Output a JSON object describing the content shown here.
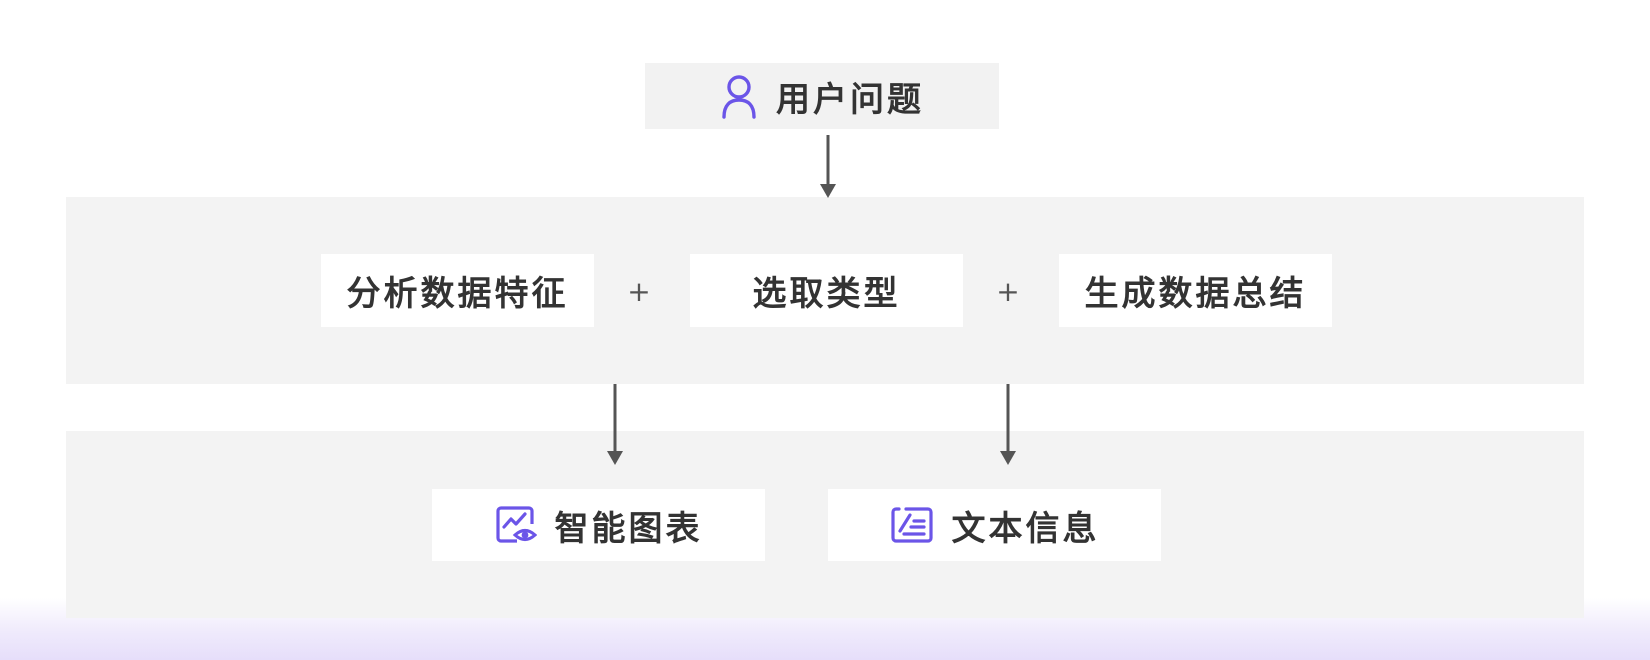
{
  "colors": {
    "panel": "#f3f3f3",
    "box": "#ffffff",
    "text": "#333333",
    "arrow": "#555555",
    "icon_accent": "#6b55e8"
  },
  "question": {
    "label": "用户问题",
    "icon": "user-icon"
  },
  "steps": [
    {
      "label": "分析数据特征"
    },
    {
      "label": "选取类型"
    },
    {
      "label": "生成数据总结"
    }
  ],
  "operator": "+",
  "outputs": [
    {
      "label": "智能图表",
      "icon": "chart-view-icon"
    },
    {
      "label": "文本信息",
      "icon": "text-edit-icon"
    }
  ]
}
